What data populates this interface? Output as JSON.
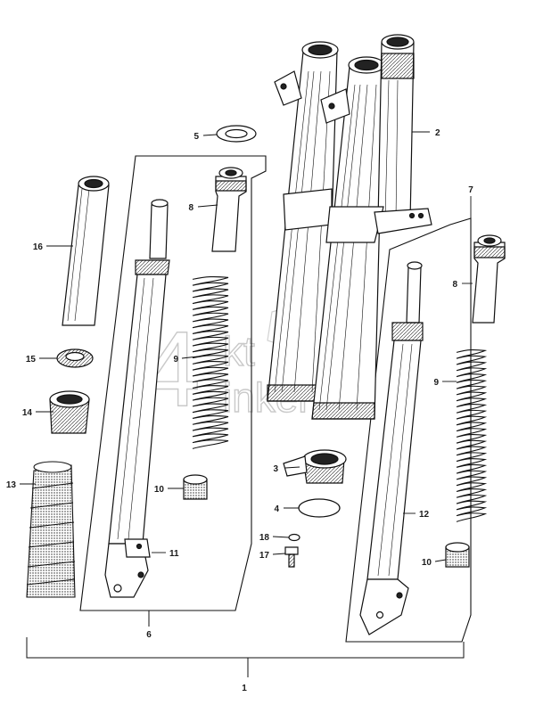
{
  "diagram": {
    "watermark": {
      "numeral": "4",
      "line1": "kt",
      "line2": "inkel"
    },
    "callouts": [
      {
        "id": "c1",
        "text": "1"
      },
      {
        "id": "c2",
        "text": "2"
      },
      {
        "id": "c3",
        "text": "3"
      },
      {
        "id": "c4",
        "text": "4"
      },
      {
        "id": "c5",
        "text": "5"
      },
      {
        "id": "c6",
        "text": "6"
      },
      {
        "id": "c7",
        "text": "7"
      },
      {
        "id": "c8a",
        "text": "8"
      },
      {
        "id": "c8b",
        "text": "8"
      },
      {
        "id": "c9a",
        "text": "9"
      },
      {
        "id": "c9b",
        "text": "9"
      },
      {
        "id": "c10a",
        "text": "10"
      },
      {
        "id": "c10b",
        "text": "10"
      },
      {
        "id": "c11",
        "text": "11"
      },
      {
        "id": "c12",
        "text": "12"
      },
      {
        "id": "c13",
        "text": "13"
      },
      {
        "id": "c14",
        "text": "14"
      },
      {
        "id": "c15",
        "text": "15"
      },
      {
        "id": "c16",
        "text": "16"
      },
      {
        "id": "c17",
        "text": "17"
      },
      {
        "id": "c18",
        "text": "18"
      }
    ]
  }
}
